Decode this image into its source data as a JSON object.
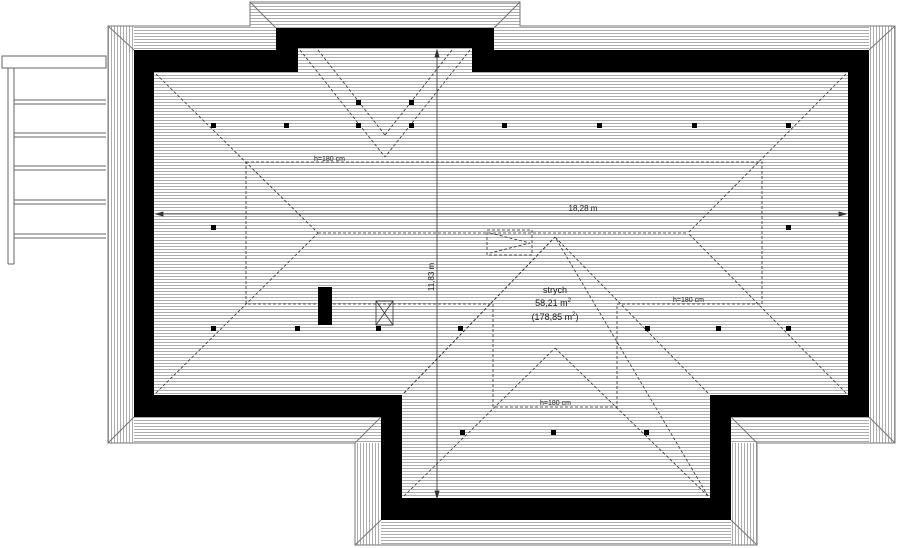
{
  "room": {
    "name": "strych",
    "area": "58,21 m",
    "area_sup": "2",
    "total_area": "(178,85 m",
    "total_area_sup": "2",
    "total_area_close": ")"
  },
  "dimensions": {
    "width": "18,28 m",
    "depth": "11,83 m"
  },
  "height_labels": {
    "top_left": "h=180 cm",
    "right": "h=180 cm",
    "bottom": "h=180 cm"
  },
  "colors": {
    "wall": "#000000",
    "lines": "#333333",
    "roof_tile": "#777777"
  }
}
